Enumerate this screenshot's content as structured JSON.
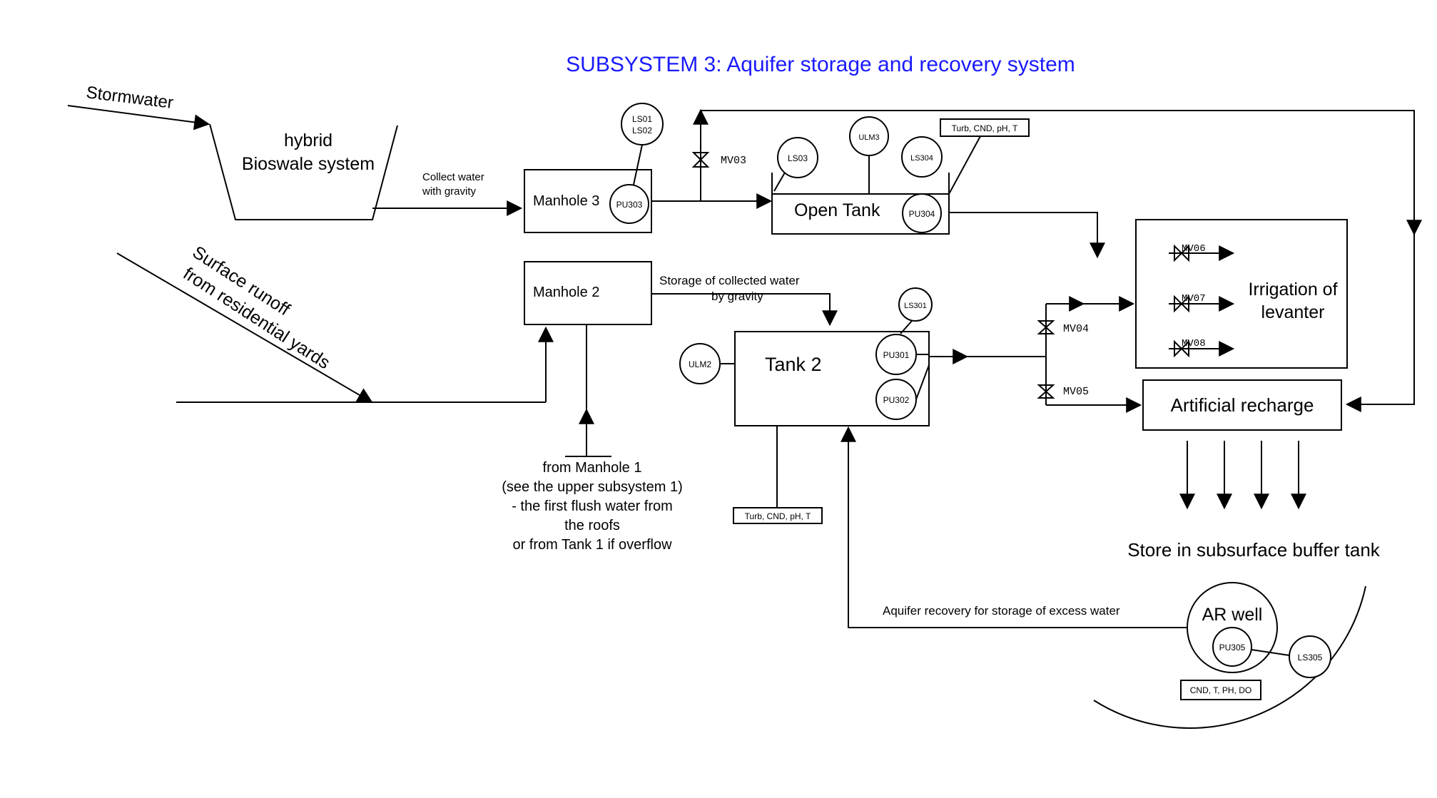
{
  "title": "SUBSYSTEM 3: Aquifer storage and recovery system",
  "inputs": {
    "stormwater": "Stormwater",
    "surface_runoff_line1": "Surface runoff",
    "surface_runoff_line2": "from residential yards"
  },
  "bioswale": {
    "line1": "hybrid",
    "line2": "Bioswale system"
  },
  "notes": {
    "collect_line1": "Collect water",
    "collect_line2": "with gravity",
    "storage_line1": "Storage of collected water",
    "storage_line2": "by gravity",
    "from_manhole_lines": [
      "from Manhole 1",
      "(see the upper subsystem 1)",
      "- the first flush water from",
      "the roofs",
      "or from Tank 1 if overflow"
    ],
    "aquifer_recovery": "Aquifer recovery for storage of excess water",
    "store_subsurface": "Store in subsurface buffer tank"
  },
  "units": {
    "manhole3": "Manhole 3",
    "manhole2": "Manhole 2",
    "open_tank": "Open Tank",
    "tank2": "Tank 2",
    "irrigation_line1": "Irrigation of",
    "irrigation_line2": "levanter",
    "artificial_recharge": "Artificial recharge",
    "ar_well": "AR well"
  },
  "instruments": {
    "ls01": "LS01",
    "ls02": "LS02",
    "pu303": "PU303",
    "ls03": "LS03",
    "ulm3": "ULM3",
    "ls304": "LS304",
    "pu304": "PU304",
    "ls301": "LS301",
    "pu301": "PU301",
    "pu302": "PU302",
    "ulm2": "ULM2",
    "pu305": "PU305",
    "ls305": "LS305"
  },
  "valves": {
    "mv03": "MV03",
    "mv04": "MV04",
    "mv05": "MV05",
    "mv06": "MV06",
    "mv07": "MV07",
    "mv08": "MV08"
  },
  "sensor_boxes": {
    "open_tank": "Turb, CND, pH, T",
    "tank2": "Turb, CND, pH, T",
    "ar_well": "CND, T, PH, DO"
  },
  "colors": {
    "title": "#1a1aff",
    "line": "#000000"
  }
}
